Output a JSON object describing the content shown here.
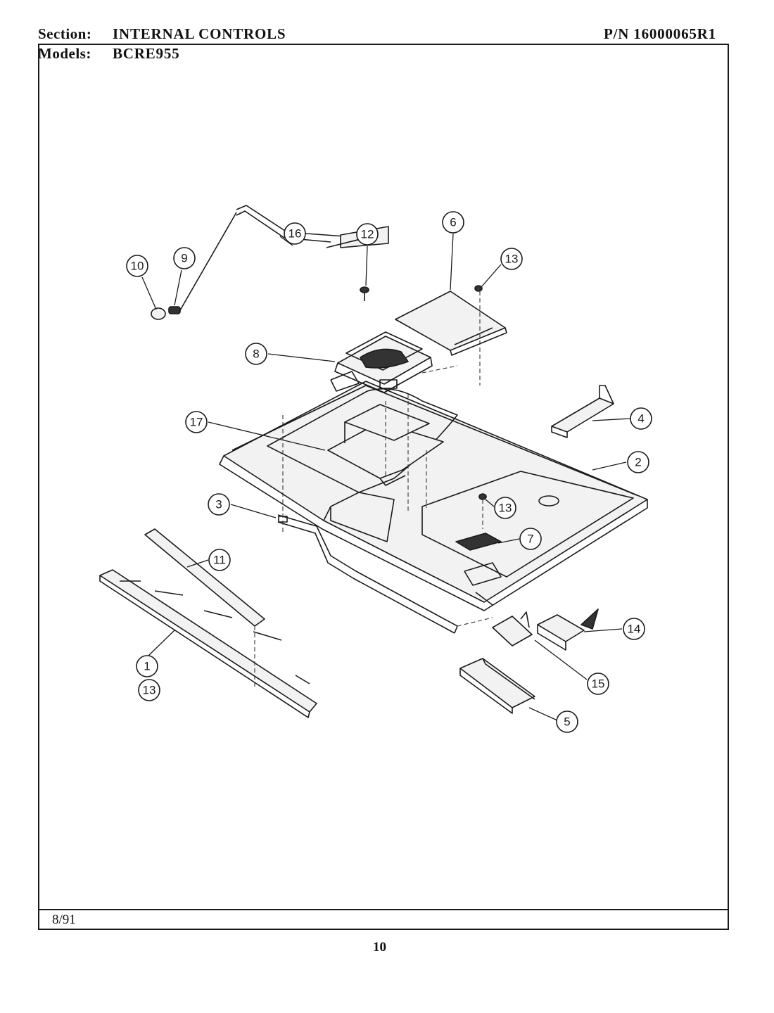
{
  "header": {
    "section_label": "Section:",
    "section_value": "INTERNAL CONTROLS",
    "models_label": "Models:",
    "models_value": "BCRE955",
    "part_number": "P/N 16000065R1"
  },
  "footer": {
    "date": "8/91",
    "page_number": "10"
  },
  "callouts": [
    {
      "id": "callout-1",
      "label": "1"
    },
    {
      "id": "callout-13-a",
      "label": "13"
    },
    {
      "id": "callout-2",
      "label": "2"
    },
    {
      "id": "callout-3",
      "label": "3"
    },
    {
      "id": "callout-4",
      "label": "4"
    },
    {
      "id": "callout-5",
      "label": "5"
    },
    {
      "id": "callout-6",
      "label": "6"
    },
    {
      "id": "callout-7",
      "label": "7"
    },
    {
      "id": "callout-8",
      "label": "8"
    },
    {
      "id": "callout-9",
      "label": "9"
    },
    {
      "id": "callout-10",
      "label": "10"
    },
    {
      "id": "callout-11",
      "label": "11"
    },
    {
      "id": "callout-12",
      "label": "12"
    },
    {
      "id": "callout-13-b",
      "label": "13"
    },
    {
      "id": "callout-13-c",
      "label": "13"
    },
    {
      "id": "callout-14",
      "label": "14"
    },
    {
      "id": "callout-15",
      "label": "15"
    },
    {
      "id": "callout-16",
      "label": "16"
    },
    {
      "id": "callout-17",
      "label": "17"
    }
  ]
}
